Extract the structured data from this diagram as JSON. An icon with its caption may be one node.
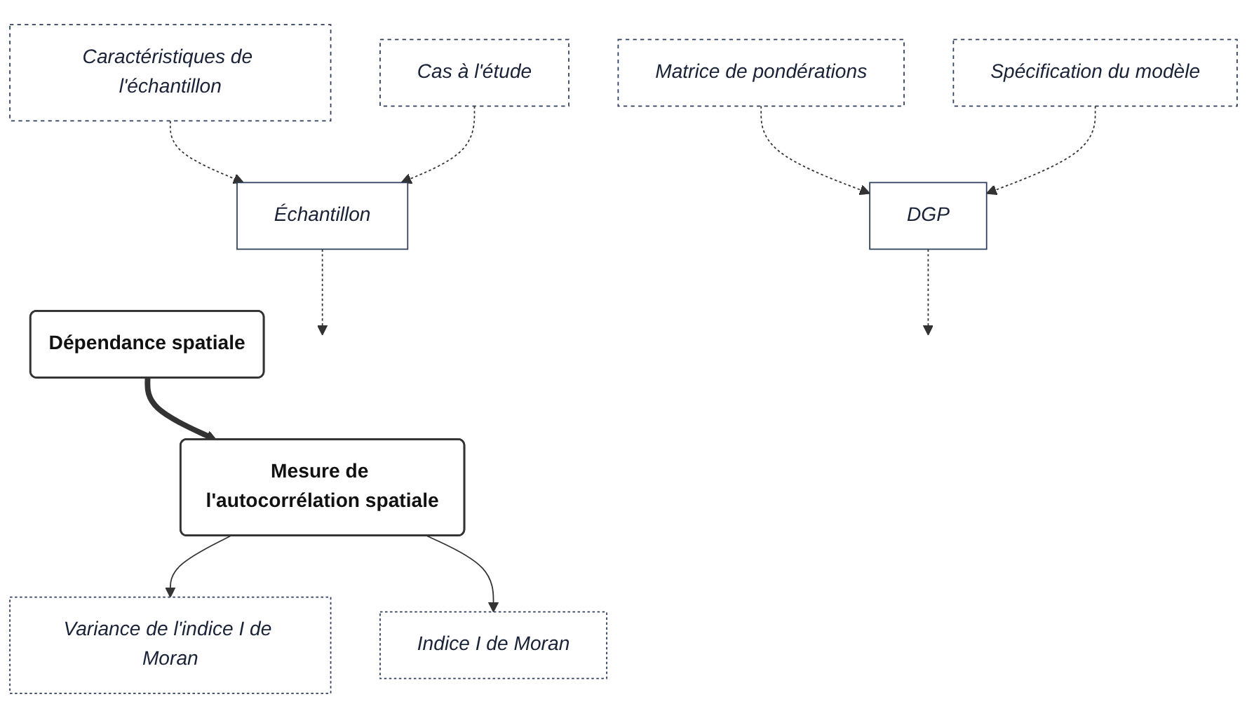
{
  "diagram": {
    "nodes": [
      {
        "text": [
          "Dépendance spatiale"
        ]
      },
      {
        "text": [
          "Caractéristiques de l'échantillon"
        ]
      },
      {
        "text": [
          "Cas à l'étude"
        ]
      },
      {
        "text": [
          "Échantillon"
        ]
      },
      {
        "text": [
          "DGP"
        ]
      },
      {
        "text": [
          "Matrice de pondérations"
        ]
      },
      {
        "text": [
          "Spécification du modèle"
        ]
      },
      {
        "text": [
          "Mesure de l'autocorrélation spatiale"
        ]
      },
      {
        "text": [
          "Variance de l'indice I de Moran"
        ]
      },
      {
        "text": [
          "Indice I de Moran"
        ]
      }
    ],
    "edges": [
      {
        "from": 0,
        "to": 7,
        "arrow": "to",
        "style": "thick"
      },
      {
        "from": 1,
        "to": 3,
        "arrow": "to",
        "style": "dashed"
      },
      {
        "from": 2,
        "to": 3,
        "arrow": "to",
        "style": "dashed"
      },
      {
        "from": 3,
        "to": null,
        "arrow": "to",
        "style": "dashed"
      },
      {
        "from": 4,
        "to": null,
        "arrow": "to",
        "style": "dashed"
      },
      {
        "from": 5,
        "to": 4,
        "arrow": "to",
        "style": "dashed"
      },
      {
        "from": 6,
        "to": 4,
        "arrow": "to",
        "style": "dashed"
      },
      {
        "from": 7,
        "to": 8,
        "arrow": "to"
      },
      {
        "from": 7,
        "to": 9,
        "arrow": "to"
      }
    ]
  }
}
